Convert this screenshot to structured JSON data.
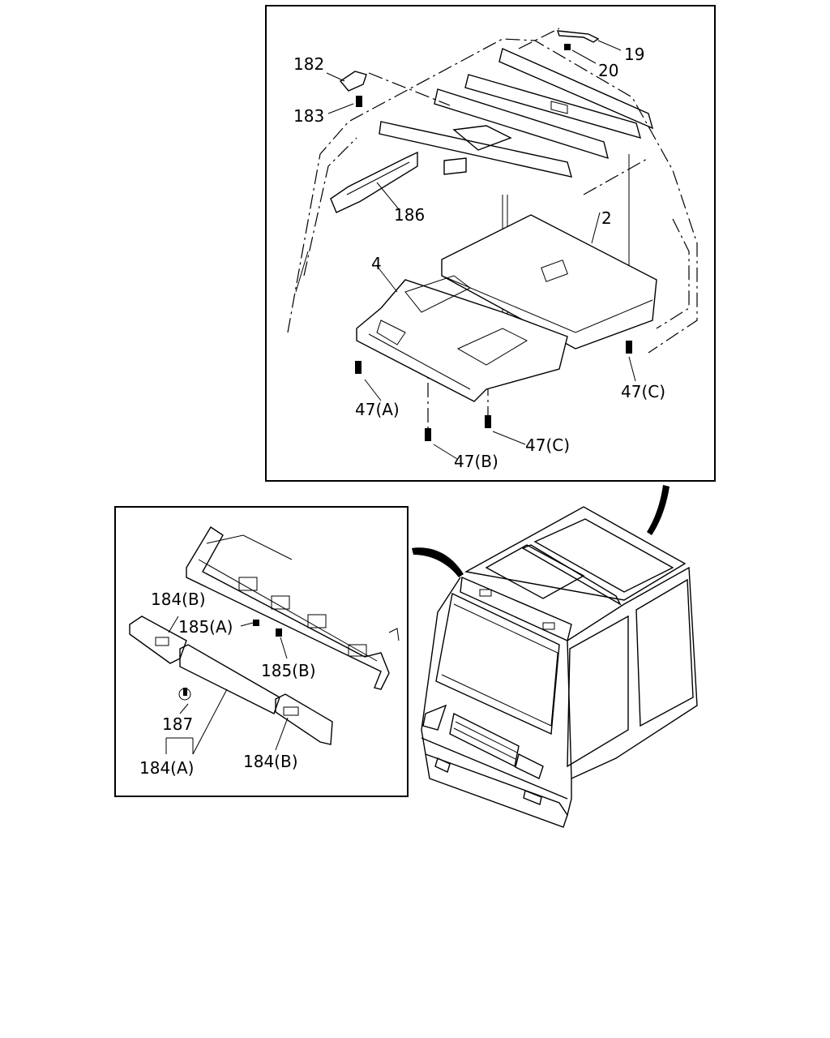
{
  "callouts": {
    "c19": "19",
    "c20": "20",
    "c182": "182",
    "c183": "183",
    "c186": "186",
    "c2": "2",
    "c4": "4",
    "c47a": "47(A)",
    "c47b": "47(B)",
    "c47c_right": "47(C)",
    "c47c_bottom": "47(C)",
    "c184b_top": "184(B)",
    "c185a": "185(A)",
    "c185b": "185(B)",
    "c187": "187",
    "c184a": "184(A)",
    "c184b_bottom": "184(B)"
  }
}
